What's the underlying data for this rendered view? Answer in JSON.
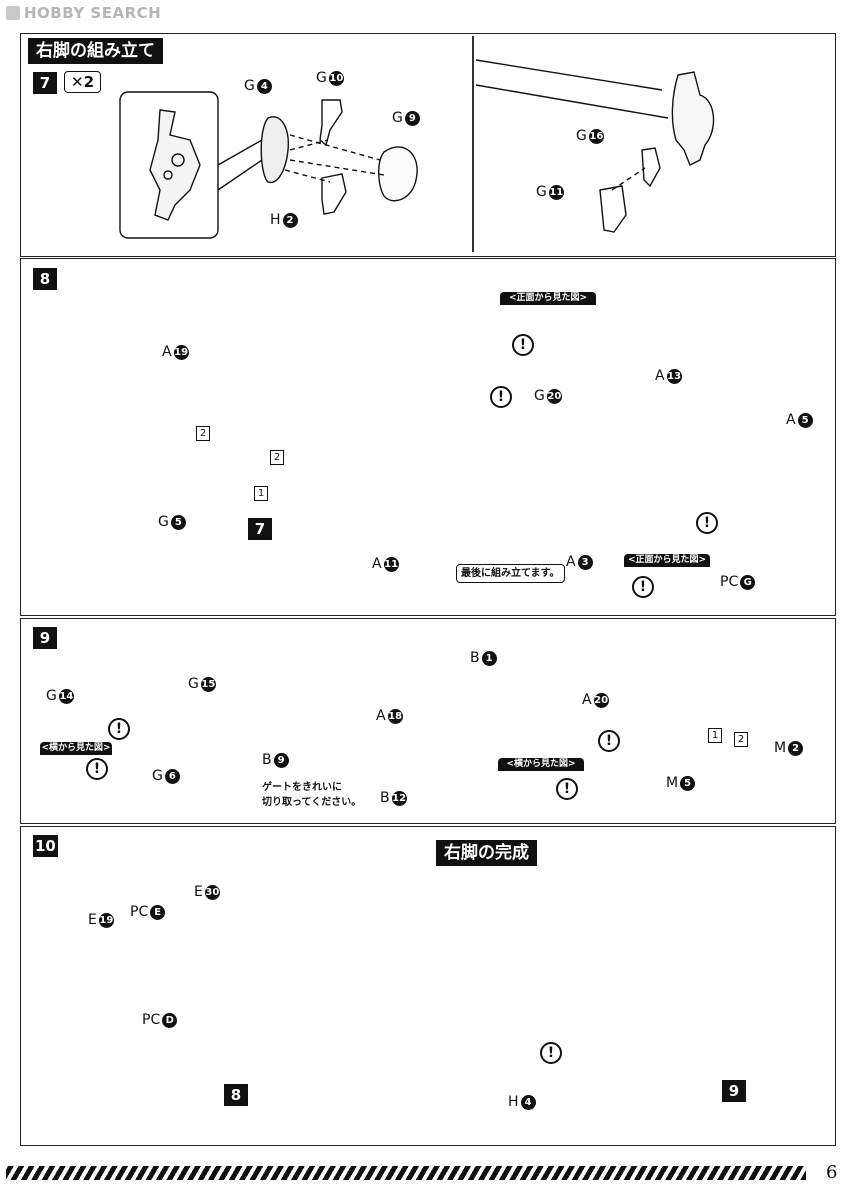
{
  "watermark": "HOBBY SEARCH",
  "page_number": "6",
  "section_title": "右脚の組み立て",
  "complete_title": "右脚の完成",
  "step7": {
    "num": "7",
    "times": "✕2",
    "labels": {
      "g4": "G",
      "g4n": "4",
      "g10": "G",
      "g10n": "10",
      "g9": "G",
      "g9n": "9",
      "h2": "H",
      "h2n": "2",
      "g16": "G",
      "g16n": "16",
      "g11": "G",
      "g11n": "11"
    }
  },
  "step8": {
    "num": "8",
    "labels": {
      "a19": "A",
      "a19n": "19",
      "g5": "G",
      "g5n": "5",
      "a11": "A",
      "a11n": "11",
      "g20": "G",
      "g20n": "20",
      "a3": "A",
      "a3n": "3",
      "a13": "A",
      "a13n": "13",
      "a5": "A",
      "a5n": "5",
      "pcg": "PC",
      "pcgn": "G"
    },
    "ref7": "7",
    "seq": [
      "2",
      "2",
      "1"
    ],
    "front_view": "<正面から見た図>",
    "front_view2": "<正面から見た図>",
    "last_note": "最後に組み立てます。"
  },
  "step9": {
    "num": "9",
    "labels": {
      "g14": "G",
      "g14n": "14",
      "g15": "G",
      "g15n": "15",
      "g6": "G",
      "g6n": "6",
      "a18": "A",
      "a18n": "18",
      "b9": "B",
      "b9n": "9",
      "b12": "B",
      "b12n": "12",
      "b1": "B",
      "b1n": "1",
      "a20": "A",
      "a20n": "20",
      "m5": "M",
      "m5n": "5",
      "m2": "M",
      "m2n": "2"
    },
    "side_view": "<横から見た図>",
    "side_view2": "<横から見た図>",
    "gate_note_1": "ゲートをきれいに",
    "gate_note_2": "切り取ってください。",
    "seq": [
      "1",
      "2"
    ]
  },
  "step10": {
    "num": "10",
    "labels": {
      "e19": "E",
      "e19n": "19",
      "pce": "PC",
      "pcen": "E",
      "e30": "E",
      "e30n": "30",
      "pcd": "PC",
      "pcdn": "D",
      "h4": "H",
      "h4n": "4"
    },
    "ref8": "8",
    "ref9": "9"
  }
}
